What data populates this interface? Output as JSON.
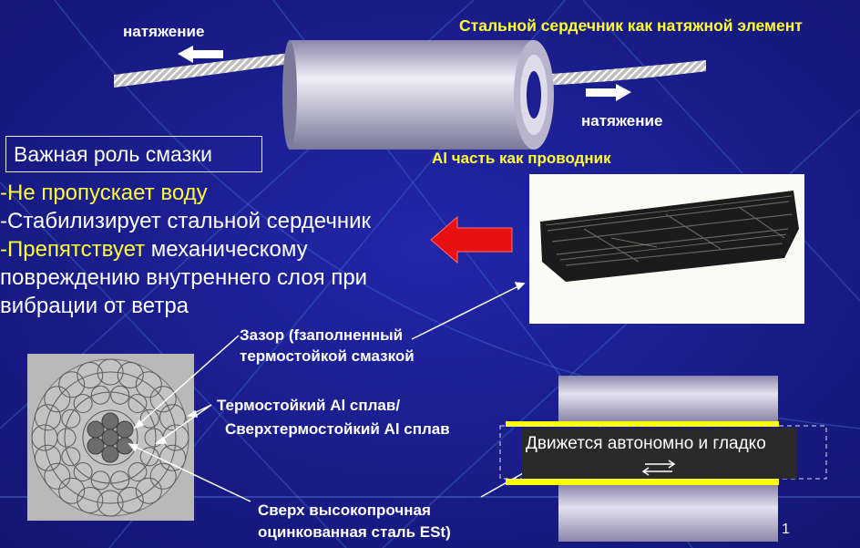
{
  "top": {
    "tension_left": "натяжение",
    "tension_right": "натяжение",
    "core_label": "Стальной сердечник как натяжной элемент",
    "al_label": "Al часть как проводник"
  },
  "role": {
    "title": "Важная роль смазки",
    "lines": [
      "-Не пропускает воду",
      "-Стабилизирует стальной сердечник",
      "-Препятствует",
      " механическому",
      "повреждению внутреннего слоя при",
      "вибрации от ветра"
    ]
  },
  "cross_section": {
    "gap_label_1": "Зазор (fзаполненный",
    "gap_label_2": "термостойкой смазкой",
    "alloy_label_1": "Термостойкий  Al сплав/",
    "alloy_label_2": "Сверхтермостойкий  Al сплав",
    "steel_label_1": "Сверх высокопрочная",
    "steel_label_2": "оцинкованная сталь ESt)"
  },
  "moves": {
    "text": "Движется автономно и гладко"
  },
  "page_number": "1",
  "colors": {
    "background": "#1b1f8f",
    "yellow_text": "#ffff33",
    "red_arrow": "#e81010"
  }
}
